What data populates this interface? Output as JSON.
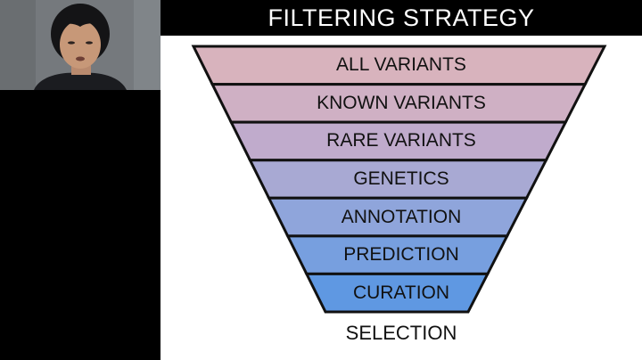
{
  "slide": {
    "title": "FILTERING STRATEGY",
    "funnel_layers": [
      {
        "label": "ALL VARIANTS",
        "color": "#d8b3bd"
      },
      {
        "label": "KNOWN VARIANTS",
        "color": "#cfb0c4"
      },
      {
        "label": "RARE VARIANTS",
        "color": "#c0abcc"
      },
      {
        "label": "GENETICS",
        "color": "#a8a9d3"
      },
      {
        "label": "ANNOTATION",
        "color": "#8fa5db"
      },
      {
        "label": "PREDICTION",
        "color": "#779fdf"
      },
      {
        "label": "CURATION",
        "color": "#5f98e2"
      }
    ],
    "result_label": "SELECTION"
  }
}
